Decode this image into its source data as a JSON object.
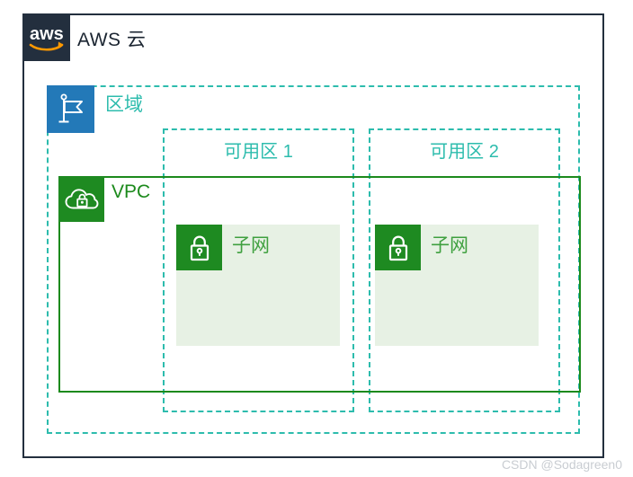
{
  "diagram": {
    "cloud": {
      "title": "AWS 云",
      "logo_icon": "aws-logo-icon",
      "border_color": "#232F3E"
    },
    "region": {
      "label": "区域",
      "icon": "flag-icon",
      "icon_bg": "#2379B8",
      "border_color": "#2DBCAD",
      "border_style": "dashed"
    },
    "availability_zones": [
      {
        "label": "可用区 1",
        "border_color": "#2DBCAD",
        "border_style": "dashed"
      },
      {
        "label": "可用区 2",
        "border_color": "#2DBCAD",
        "border_style": "dashed"
      }
    ],
    "vpc": {
      "label": "VPC",
      "icon": "cloud-lock-icon",
      "icon_bg": "#1E8A21",
      "border_color": "#1C8A1C",
      "border_style": "solid"
    },
    "subnets": [
      {
        "label": "子网",
        "icon": "padlock-icon",
        "icon_bg": "#1E8A21",
        "fill": "#E7F1E4",
        "text_color": "#3FA03F"
      },
      {
        "label": "子网",
        "icon": "padlock-icon",
        "icon_bg": "#1E8A21",
        "fill": "#E7F1E4",
        "text_color": "#3FA03F"
      }
    ]
  },
  "watermark": {
    "text": "CSDN @Sodagreen0"
  }
}
